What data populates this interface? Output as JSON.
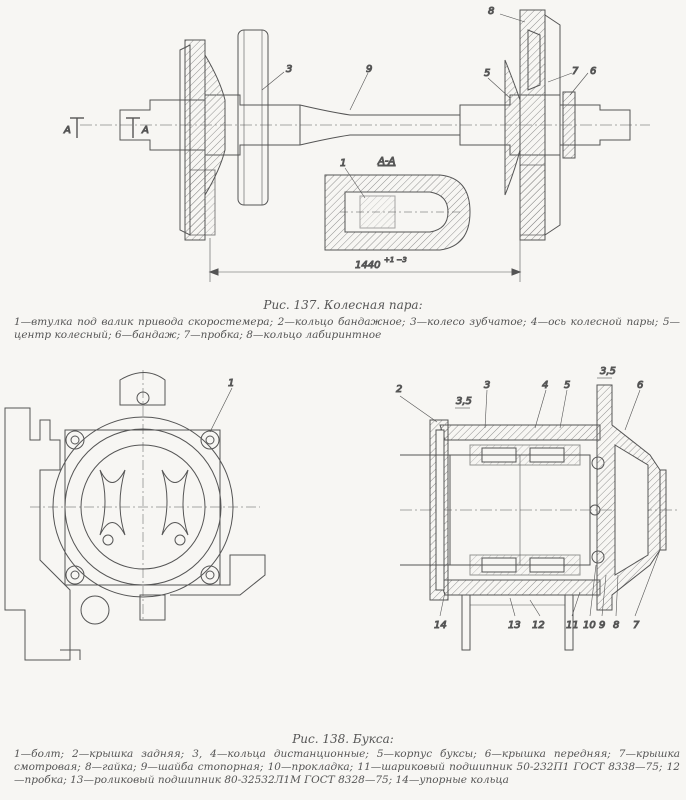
{
  "figure137": {
    "caption": "Рис. 137. Колесная пара:",
    "legend": "1—втулка под валик привода скоростемера; 2—кольцо бандажное; 3—колесо зубчатое; 4—ось колесной пары; 5—центр колесный; 6—бандаж; 7—пробка; 8—кольцо лабиринтное",
    "section_label": "А-А",
    "section_marks": [
      "А",
      "А"
    ],
    "dimension": "1440",
    "dimension_tolerance": "+1 −3",
    "callouts": [
      "8",
      "3",
      "9",
      "5",
      "7",
      "6",
      "1"
    ]
  },
  "figure138": {
    "caption": "Рис. 138. Букса:",
    "legend": "1—болт; 2—крышка задняя; 3, 4—кольца дистанционные; 5—корпус буксы; 6—крышка передняя; 7—крышка смотровая; 8—гайка; 9—шайба стопорная; 10—прокладка; 11—шариковый подшипник 50-232П1 ГОСТ 8338—75; 12—пробка; 13—роликовый подшипник 80-32532Л1М ГОСТ 8328—75; 14—упорные кольца",
    "dimensions": [
      "3,5",
      "3,5"
    ],
    "callouts_top": [
      "2",
      "3",
      "4",
      "5",
      "6"
    ],
    "callouts_bottom": [
      "14",
      "13",
      "12",
      "11",
      "10",
      "9",
      "8",
      "7"
    ],
    "callout_left": "1"
  }
}
